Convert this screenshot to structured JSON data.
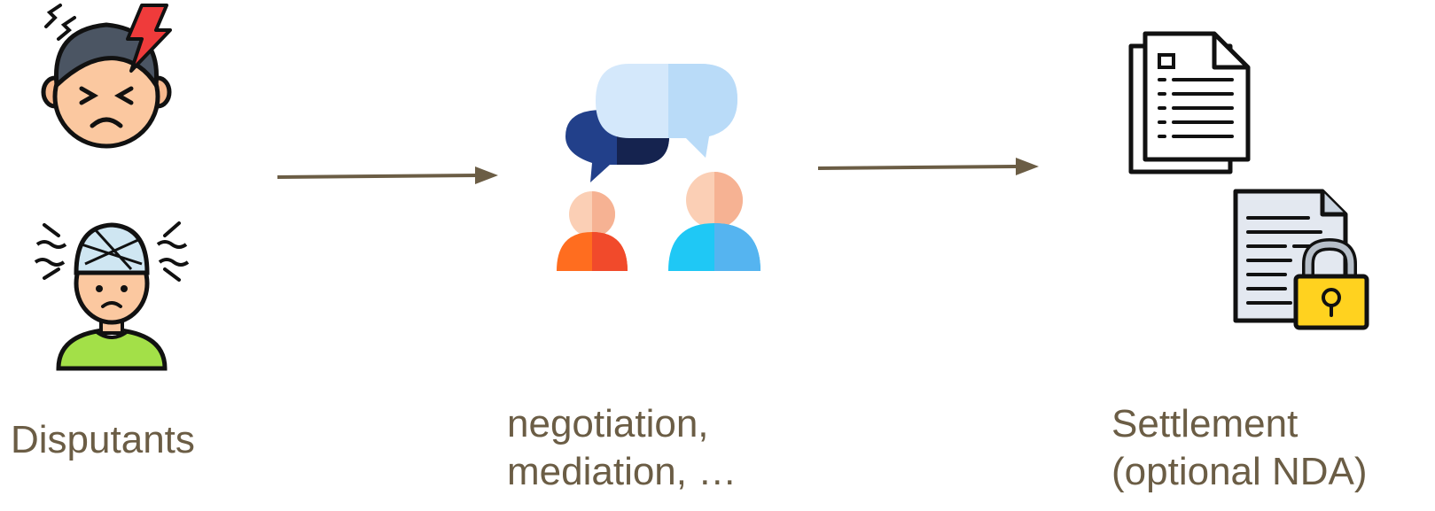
{
  "stages": [
    {
      "label": "Disputants"
    },
    {
      "label": "negotiation,\nmediation, …"
    },
    {
      "label": "Settlement\n(optional NDA)"
    }
  ],
  "icons": {
    "disputant_top": "stressed-person-icon",
    "disputant_bottom": "injured-person-icon",
    "discussion": "discussion-people-icon",
    "documents": "documents-icon",
    "nda": "locked-document-icon"
  },
  "colors": {
    "label": "#6b5d45",
    "arrow": "#6b5d45"
  }
}
